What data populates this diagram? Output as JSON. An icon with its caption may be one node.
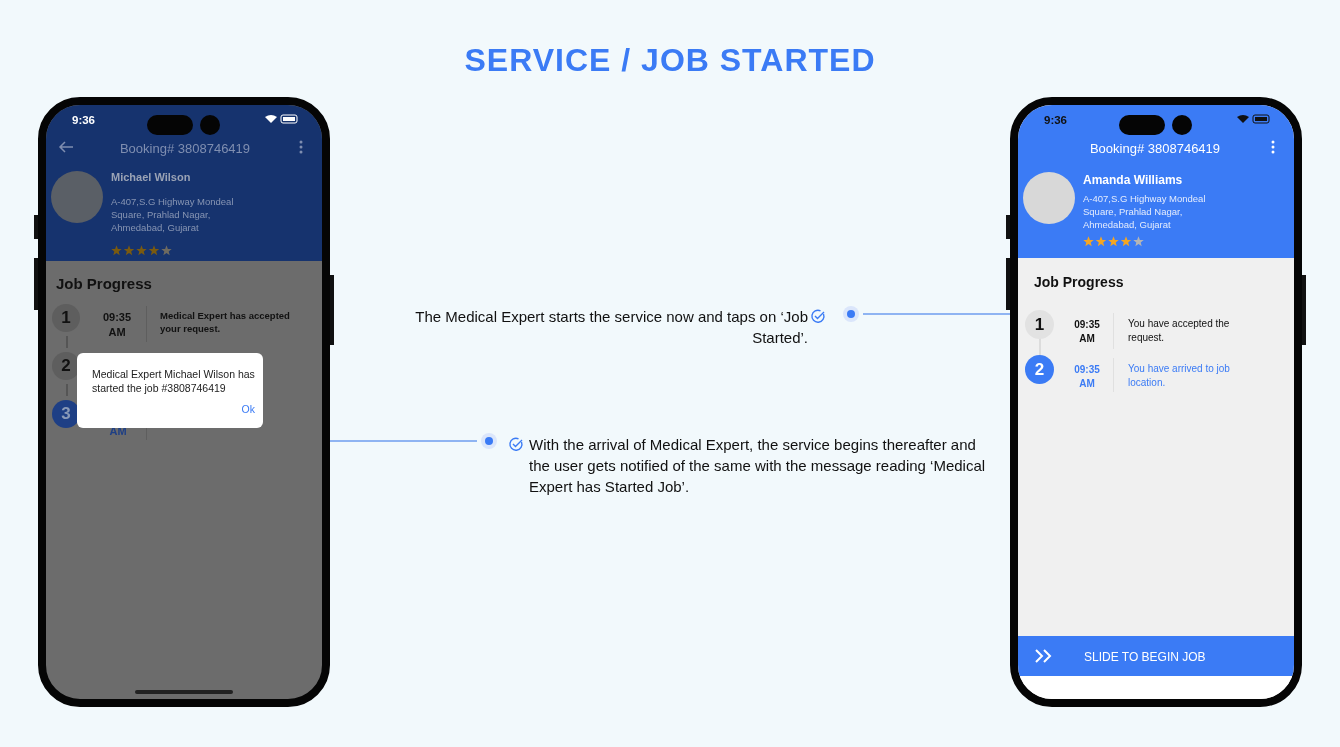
{
  "diagram": {
    "title": "SERVICE / JOB STARTED",
    "nodes": [
      {
        "text": [],
        "shape": "phone"
      },
      {
        "text": [
          "Medical Expert Michael Wilson has started the job #3808746419",
          "Ok"
        ],
        "in": 0
      },
      {
        "text": [
          "The Medical Expert starts the service now and taps on ‘Job Started’."
        ]
      },
      {
        "text": [
          "With the arrival of Medical Expert, the service begins thereafter and the user gets notified of the same with the message reading ‘Medical Expert has Started Job’."
        ]
      },
      {
        "text": [],
        "shape": "phone"
      }
    ],
    "edges": [
      {
        "from": 2,
        "to": 4,
        "arrow": "none"
      },
      {
        "from": 3,
        "to": 0,
        "arrow": "none"
      }
    ],
    "labels": [
      "9:36",
      "Booking# 3808746419",
      "Michael Wilson",
      "A-407,S.G Highway Mondeal Square, Prahlad Nagar, Ahmedabad, Gujarat",
      "Job Progress",
      "1",
      "09:35 AM",
      "Medical Expert has accepted your request.",
      "2",
      "3",
      "AM",
      "9:36",
      "Booking# 3808746419",
      "Amanda Williams",
      "A-407,S.G Highway Mondeal Square, Prahlad Nagar, Ahmedabad, Gujarat",
      "Job Progress",
      "1",
      "09:35 AM",
      "You have accepted the request.",
      "2",
      "09:35 AM",
      "You have arrived to job location.",
      "SLIDE TO BEGIN JOB"
    ]
  }
}
